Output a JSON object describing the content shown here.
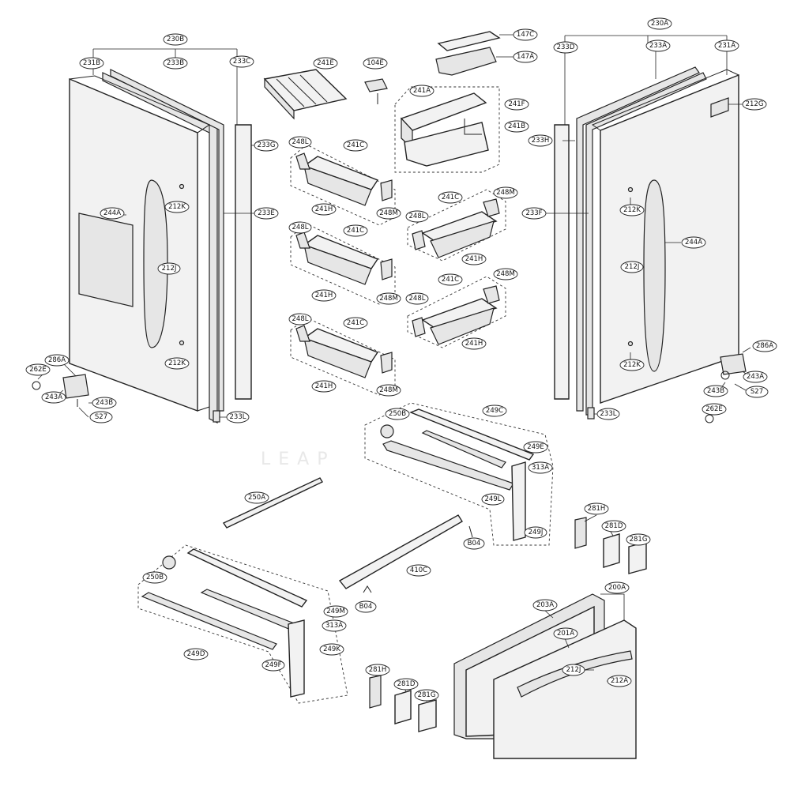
{
  "callouts": {
    "c230B": "230B",
    "c231B": "231B",
    "c233B": "233B",
    "c233C": "233C",
    "c233G": "233G",
    "c233E": "233E",
    "c244A_l": "244A",
    "c212K_l1": "212K",
    "c212J_l": "212J",
    "c212K_l2": "212K",
    "c286A_l": "286A",
    "c262E_l": "262E",
    "c243A_l": "243A",
    "c243B_l": "243B",
    "cS27_l": "S27",
    "c233L_l": "233L",
    "c241E": "241E",
    "c104E": "104E",
    "c147C": "147C",
    "c147A": "147A",
    "c241A": "241A",
    "c241F": "241F",
    "c241B": "241B",
    "c248L_1": "248L",
    "c241C_1": "241C",
    "c241H_1": "241H",
    "c248M_1": "248M",
    "c248L_2": "248L",
    "c241C_2": "241C",
    "c241H_2": "241H",
    "c248M_2": "248M",
    "c248L_3": "248L",
    "c241C_3": "241C",
    "c241H_3": "241H",
    "c248M_3": "248M",
    "c248L_4": "248L",
    "c241C_4": "241C",
    "c241H_4": "241H",
    "c248M_4": "248M",
    "c248L_5": "248L",
    "c241C_5": "241C",
    "c241H_5": "241H",
    "c248M_5": "248M",
    "c230A": "230A",
    "c233D": "233D",
    "c233A": "233A",
    "c231A": "231A",
    "c212G": "212G",
    "c233H": "233H",
    "c233F": "233F",
    "c244A_r": "244A",
    "c212K_r1": "212K",
    "c212J_r": "212J",
    "c212K_r2": "212K",
    "c286A_r": "286A",
    "c243A_r": "243A",
    "c243B_r": "243B",
    "cS27_r": "S27",
    "c262E_r": "262E",
    "c233L_r": "233L",
    "c250B_1": "250B",
    "c249C": "249C",
    "c249E": "249E",
    "c313A_1": "313A",
    "c249L": "249L",
    "c249J": "249J",
    "cB04_1": "B04",
    "c250A": "250A",
    "c410C": "410C",
    "cB04_2": "B04",
    "c250B_2": "250B",
    "c249M": "249M",
    "c313A_2": "313A",
    "c249K": "249K",
    "c249D": "249D",
    "c249F": "249F",
    "c281H_1": "281H",
    "c281D_1": "281D",
    "c281G_1": "281G",
    "c281H_2": "281H",
    "c281D_2": "281D",
    "c281G_2": "281G",
    "c203A": "203A",
    "c200A": "200A",
    "c201A": "201A",
    "c212J_b": "212J",
    "c212A": "212A"
  },
  "watermark": "LEAP"
}
